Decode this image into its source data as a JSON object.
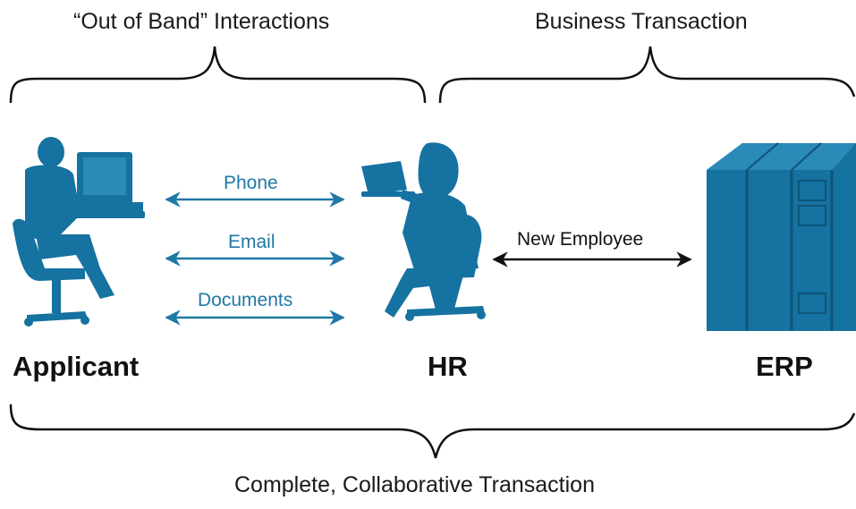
{
  "top_left_brace_label": "“Out of Band” Interactions",
  "top_right_brace_label": "Business Transaction",
  "bottom_brace_label": "Complete, Collaborative Transaction",
  "actors": {
    "applicant": "Applicant",
    "hr": "HR",
    "erp": "ERP"
  },
  "channels": [
    "Phone",
    "Email",
    "Documents"
  ],
  "hr_erp_flow": "New Employee",
  "colors": {
    "figure": "#1672a0",
    "server_dark": "#125f88",
    "channel_text": "#1f78a6",
    "arrow": "#1f78a6",
    "black_arrow": "#111111"
  }
}
